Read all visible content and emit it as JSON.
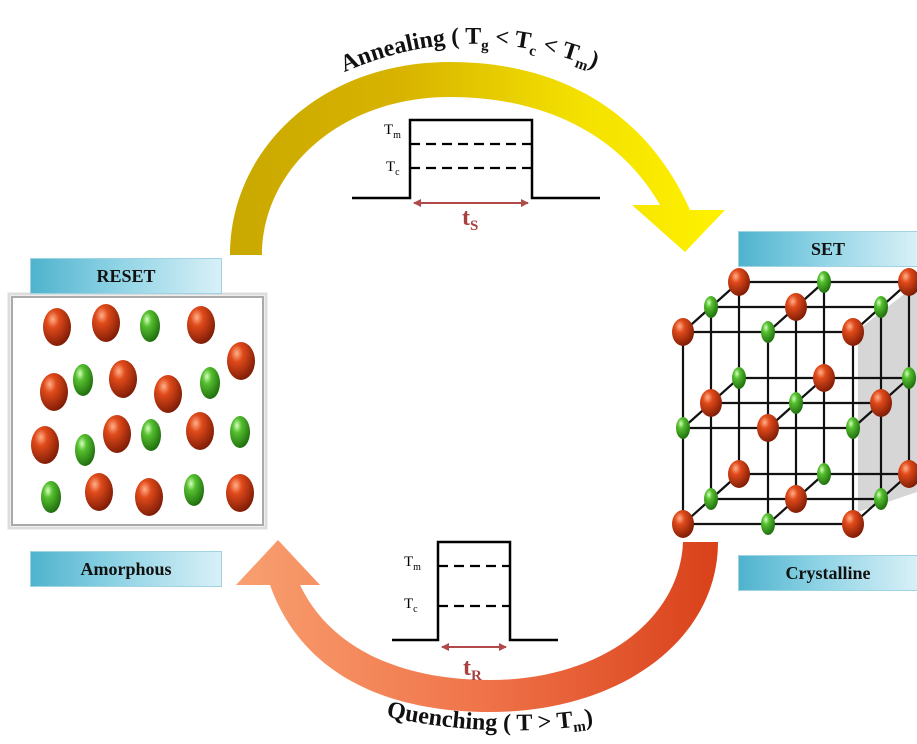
{
  "top_process": {
    "title_main": "Annealing ( T",
    "g_sub": "g",
    "lt1": " < T",
    "c_sub": "c",
    "lt2": " < T",
    "m_sub": "m",
    "close": ")"
  },
  "bottom_process": {
    "title_main": "Quenching  ( T > T",
    "m_sub": "m",
    "close": ")"
  },
  "pulse_set": {
    "tm": "T",
    "tm_sub": "m",
    "tc": "T",
    "tc_sub": "c",
    "duration": "t",
    "duration_sub": "S"
  },
  "pulse_reset": {
    "tm": "T",
    "tm_sub": "m",
    "tc": "T",
    "tc_sub": "c",
    "duration": "t",
    "duration_sub": "R"
  },
  "labels": {
    "reset": "RESET",
    "amorphous": "Amorphous",
    "set": "SET",
    "crystalline": "Crystalline"
  },
  "colors": {
    "red_atom": "#c0320f",
    "green_atom": "#3aa81c",
    "arrow_top": "#e8c800",
    "arrow_bottom": "#ee5a22",
    "duration_arrow": "#b14a4a"
  }
}
